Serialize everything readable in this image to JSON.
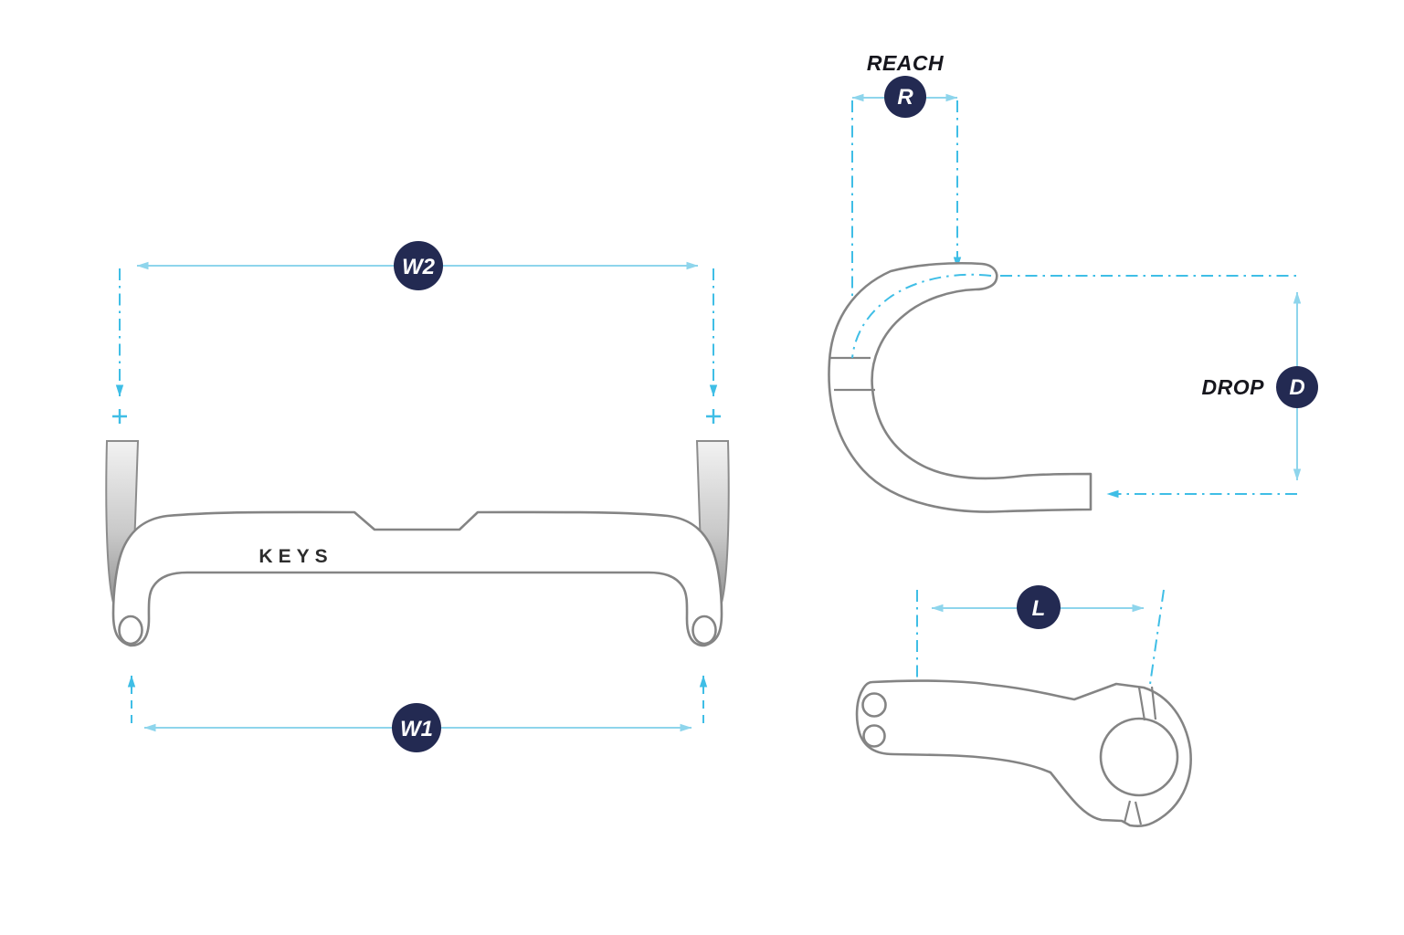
{
  "brand_logo": "KEYS",
  "front_view": {
    "upper_width_badge": "W2",
    "lower_width_badge": "W1"
  },
  "side_view": {
    "reach_label": "REACH",
    "reach_badge": "R",
    "drop_label": "DROP",
    "drop_badge": "D"
  },
  "stem_view": {
    "length_badge": "L"
  },
  "colors": {
    "background": "#ffffff",
    "badge_navy": "#232a52",
    "badge_text": "#ffffff",
    "dimension_line": "#8ed5ec",
    "dash_dot": "#3fbee6",
    "outline_gray": "#848484",
    "label_text": "#16161d",
    "logo_text": "#2d2d2d"
  }
}
